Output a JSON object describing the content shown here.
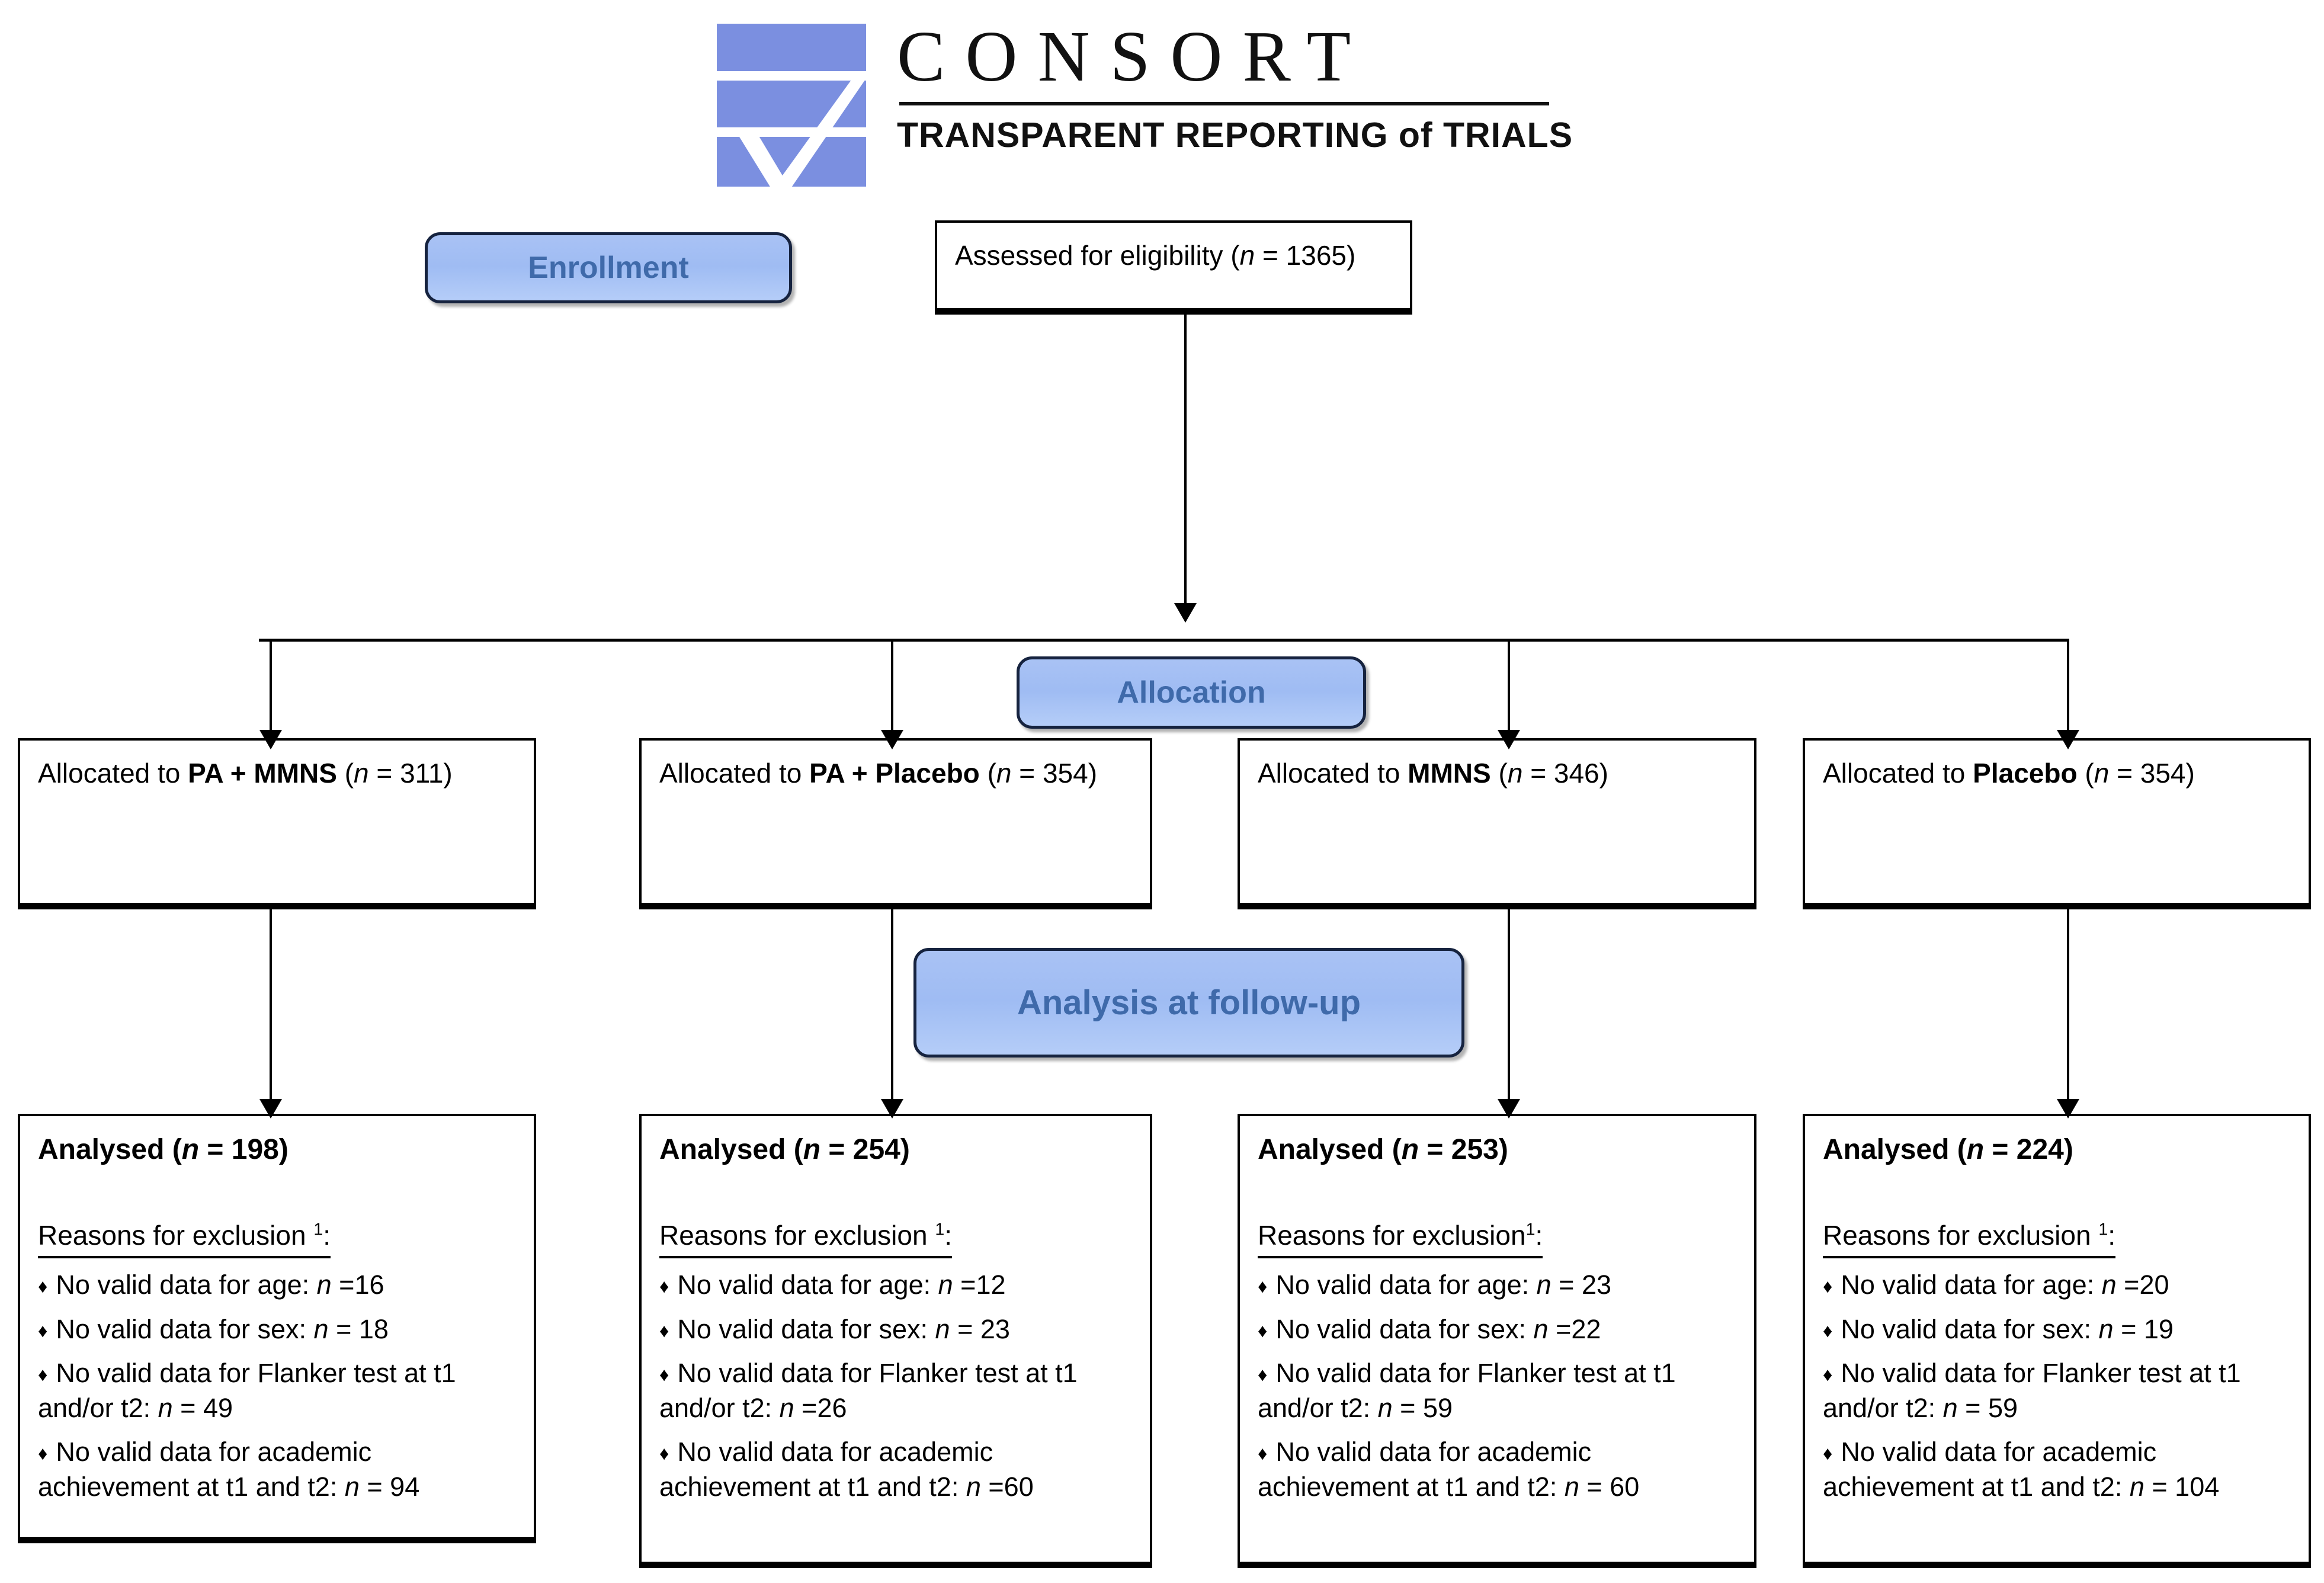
{
  "logo": {
    "word": "CONSORT",
    "tagline": "TRANSPARENT REPORTING of TRIALS",
    "mark_color": "#7b8fe0"
  },
  "stages": {
    "enrollment": "Enrollment",
    "allocation": "Allocation",
    "analysis": "Analysis at follow-up"
  },
  "colors": {
    "pill_fill": "#a9c2f4",
    "pill_text": "#3f6aaa",
    "pill_border": "#16233f",
    "box_border": "#000000"
  },
  "enrollment_box": {
    "label": "Assessed for eligibility (",
    "n_symbol": "n",
    "eq": " = ",
    "value": "1365",
    "close": ")"
  },
  "allocation_boxes": [
    {
      "prefix": "Allocated to ",
      "arm": "PA + MMNS",
      "n_symbol": "n",
      "eq": " = ",
      "value": "311",
      "open": " (",
      "close": ")"
    },
    {
      "prefix": "Allocated to ",
      "arm": "PA + Placebo",
      "n_symbol": "n",
      "eq": " = ",
      "value": "354",
      "open": " (",
      "close": ")"
    },
    {
      "prefix": "Allocated to ",
      "arm": "MMNS",
      "n_symbol": "n",
      "eq": " = ",
      "value": "346",
      "open": " (",
      "close": ")"
    },
    {
      "prefix": "Allocated to ",
      "arm": "Placebo",
      "n_symbol": "n",
      "eq": " = ",
      "value": "354",
      "open": "  (",
      "close": ")"
    }
  ],
  "analysis_boxes": [
    {
      "analysed_prefix": "Analysed (",
      "n_symbol": "n",
      "eq": " = ",
      "analysed_value": "198",
      "close": ")",
      "reasons_heading": "Reasons for exclusion ",
      "reasons_footnote": "1",
      "reasons_colon": ":",
      "bullet": "♦",
      "reasons": [
        {
          "text": "No valid data for age: ",
          "n_symbol": "n",
          "eq": " =",
          "value": "16"
        },
        {
          "text": "No valid data for sex: ",
          "n_symbol": "n",
          "eq": " = ",
          "value": "18"
        },
        {
          "text": "No valid data for Flanker test at t1 and/or t2: ",
          "n_symbol": "n",
          "eq": " = ",
          "value": "49"
        },
        {
          "text": "No valid data for academic achievement at t1 and t2: ",
          "n_symbol": "n",
          "eq": " = ",
          "value": "94"
        }
      ]
    },
    {
      "analysed_prefix": "Analysed (",
      "n_symbol": "n",
      "eq": " = ",
      "analysed_value": "254",
      "close": ")",
      "reasons_heading": "Reasons for exclusion ",
      "reasons_footnote": "1",
      "reasons_colon": ":",
      "bullet": "♦",
      "reasons": [
        {
          "text": "No valid data for age: ",
          "n_symbol": "n",
          "eq": " =",
          "value": "12"
        },
        {
          "text": "No valid data for sex: ",
          "n_symbol": "n",
          "eq": " = ",
          "value": "23"
        },
        {
          "text": "No valid data for Flanker test at t1 and/or t2: ",
          "n_symbol": "n",
          "eq": " =",
          "value": "26"
        },
        {
          "text": "No valid data for academic achievement at t1 and t2: ",
          "n_symbol": "n",
          "eq": " =",
          "value": "60"
        }
      ]
    },
    {
      "analysed_prefix": "Analysed (",
      "n_symbol": "n",
      "eq": " = ",
      "analysed_value": "253",
      "close": ")",
      "reasons_heading": "Reasons for exclusion",
      "reasons_footnote": "1",
      "reasons_colon": ":",
      "bullet": "♦",
      "reasons": [
        {
          "text": "No valid data for age: ",
          "n_symbol": "n",
          "eq": " = ",
          "value": "23"
        },
        {
          "text": "No valid data for sex: ",
          "n_symbol": "n",
          "eq": " =",
          "value": "22"
        },
        {
          "text": "No valid data for Flanker test at t1 and/or t2: ",
          "n_symbol": "n",
          "eq": " = ",
          "value": "59"
        },
        {
          "text": "No valid data for academic achievement at t1 and t2: ",
          "n_symbol": "n",
          "eq": " = ",
          "value": "60"
        }
      ]
    },
    {
      "analysed_prefix": "Analysed (",
      "n_symbol": "n",
      "eq": " = ",
      "analysed_value": "224",
      "close": ")",
      "reasons_heading": "Reasons for exclusion ",
      "reasons_footnote": "1",
      "reasons_colon": ":",
      "bullet": "♦",
      "reasons": [
        {
          "text": "No valid data for age: ",
          "n_symbol": "n",
          "eq": " =",
          "value": "20"
        },
        {
          "text": "No valid data for sex: ",
          "n_symbol": "n",
          "eq": " = ",
          "value": "19"
        },
        {
          "text": "No valid data for Flanker test at t1 and/or t2: ",
          "n_symbol": "n",
          "eq": " = ",
          "value": "59"
        },
        {
          "text": "No valid data for academic achievement at t1 and t2: ",
          "n_symbol": "n",
          "eq": " = ",
          "value": "104"
        }
      ]
    }
  ]
}
